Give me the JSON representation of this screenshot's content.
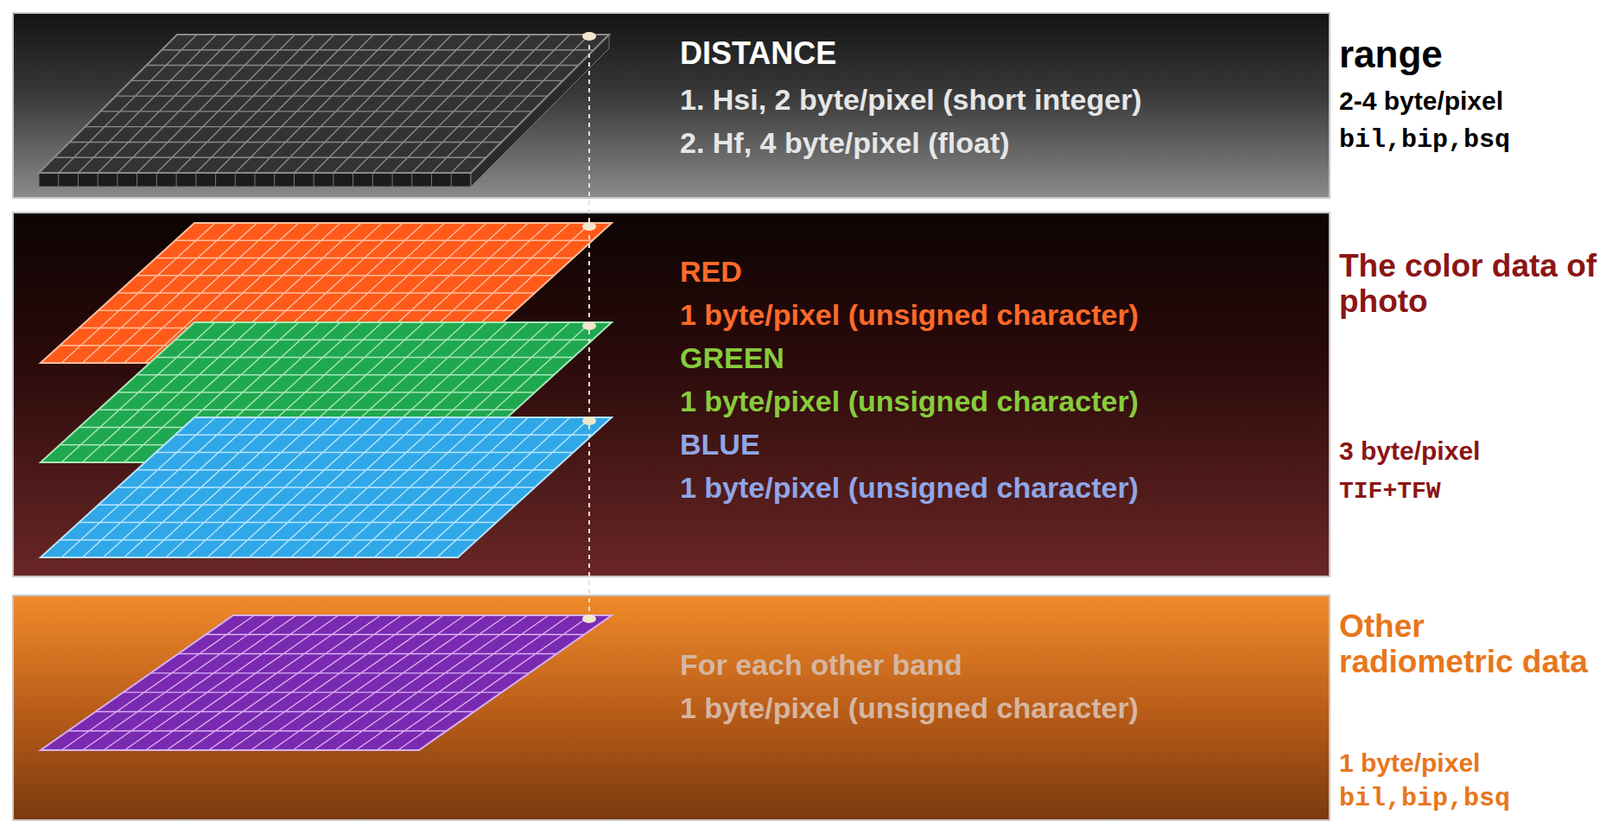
{
  "diagram": {
    "nodes": [
      {
        "text": [
          "DISTANCE",
          "1. Hsi, 2 byte/pixel (short integer)",
          "2. Hf, 4 byte/pixel (float)",
          "range",
          "2-4 byte/pixel",
          "bil,bip,bsq"
        ]
      },
      {
        "text": [
          "RED",
          "1 byte/pixel (unsigned character)",
          "GREEN",
          "1 byte/pixel (unsigned character)",
          "BLUE",
          "1 byte/pixel (unsigned character)",
          "The color data of photo",
          "3 byte/pixel",
          "TIF+TFW"
        ]
      },
      {
        "text": [
          "For each other band",
          "1 byte/pixel (unsigned character)",
          "Other radiometric data",
          "1 byte/pixel",
          "bil,bip,bsq"
        ]
      }
    ]
  }
}
